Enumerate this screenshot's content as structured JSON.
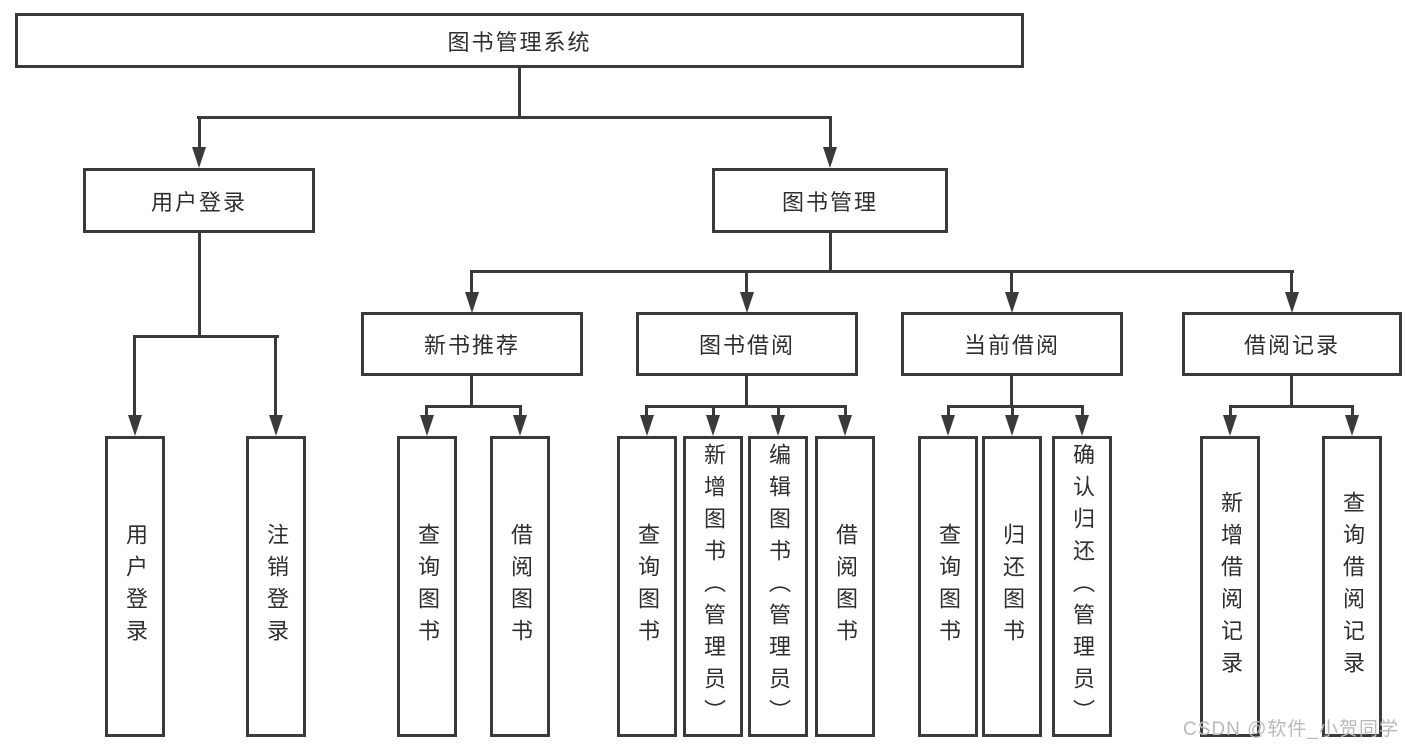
{
  "tree": {
    "label": "图书管理系统",
    "children": [
      {
        "label": "用户登录",
        "children": [
          {
            "label": "用户登录"
          },
          {
            "label": "注销登录"
          }
        ]
      },
      {
        "label": "图书管理",
        "children": [
          {
            "label": "新书推荐",
            "children": [
              {
                "label": "查询图书"
              },
              {
                "label": "借阅图书"
              }
            ]
          },
          {
            "label": "图书借阅",
            "children": [
              {
                "label": "查询图书"
              },
              {
                "label": "新增图书（管理员）"
              },
              {
                "label": "编辑图书（管理员）"
              },
              {
                "label": "借阅图书"
              }
            ]
          },
          {
            "label": "当前借阅",
            "children": [
              {
                "label": "查询图书"
              },
              {
                "label": "归还图书"
              },
              {
                "label": "确认归还（管理员）"
              }
            ]
          },
          {
            "label": "借阅记录",
            "children": [
              {
                "label": "新增借阅记录"
              },
              {
                "label": "查询借阅记录"
              }
            ]
          }
        ]
      }
    ]
  },
  "watermark": {
    "text": "CSDN @软件_小贺同学",
    "color": "#b9b9b9"
  },
  "colors": {
    "line": "#3a3a3a",
    "text": "#2e2e2e",
    "background": "#ffffff"
  }
}
